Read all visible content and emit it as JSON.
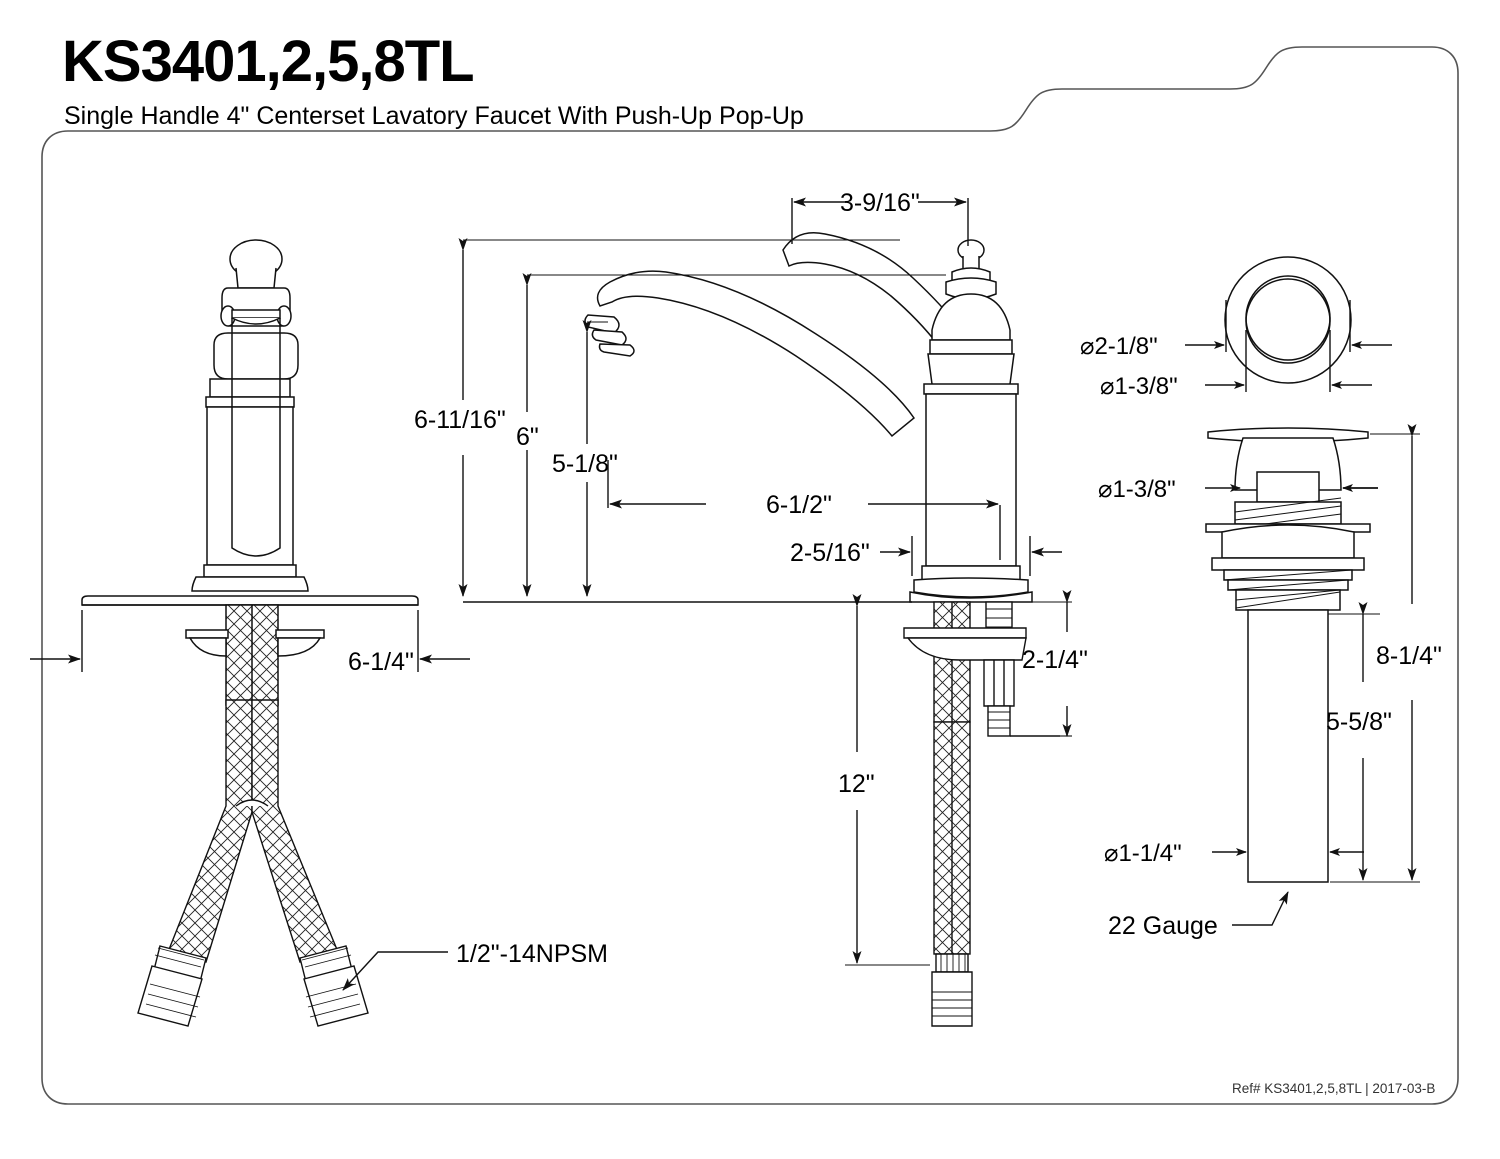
{
  "header": {
    "title": "KS3401,2,5,8TL",
    "subtitle": "Single Handle 4\" Centerset Lavatory Faucet With Push-Up Pop-Up"
  },
  "footer": {
    "reference": "Ref# KS3401,2,5,8TL | 2017-03-B"
  },
  "dimensions": {
    "handle_reach": "3-9/16\"",
    "overall_height": "6-11/16\"",
    "body_height": "6\"",
    "spout_height": "5-1/8\"",
    "spout_reach": "6-1/2\"",
    "base_width": "2-5/16\"",
    "deck_plate_width": "6-1/4\"",
    "supply_length": "12\"",
    "shank_length": "2-1/4\"",
    "thread_spec": "1/2\"-14NPSM",
    "flange_diameter": "⌀2-1/8\"",
    "body_diameter_top": "⌀1-3/8\"",
    "body_diameter_side": "⌀1-3/8\"",
    "tailpiece_diameter": "⌀1-1/4\"",
    "drain_total_length": "8-1/4\"",
    "tailpiece_length": "5-5/8\"",
    "gauge": "22 Gauge"
  },
  "colors": {
    "line": "#1a1a1a",
    "border": "#555555",
    "text": "#000000"
  }
}
